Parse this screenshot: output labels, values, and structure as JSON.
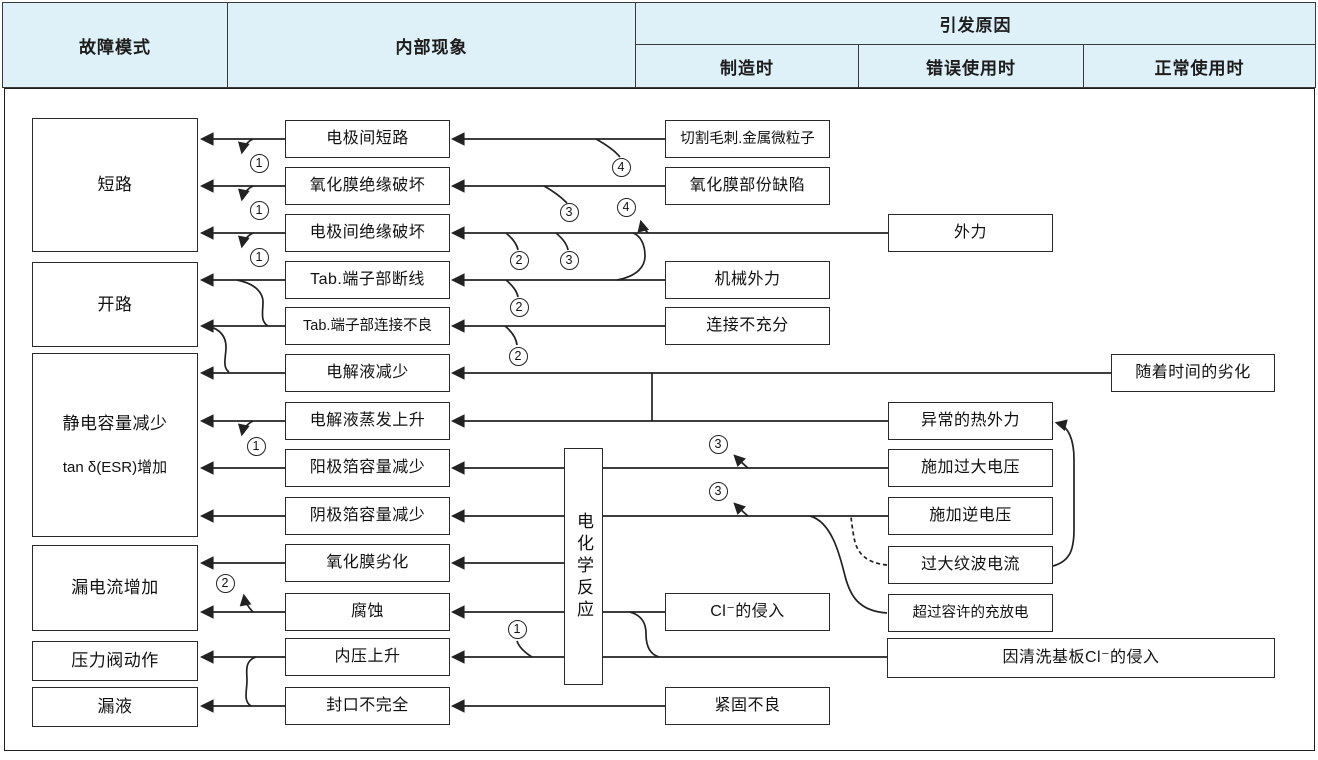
{
  "header": {
    "fault_mode": "故障模式",
    "internal_phenomenon": "内部现象",
    "causes": "引发原因",
    "manufacturing": "制造时",
    "misuse": "错误使用时",
    "normal_use": "正常使用时"
  },
  "fault_modes": {
    "short_circuit": "短路",
    "open_circuit": "开路",
    "capacitance_decrease": "静电容量减少",
    "esr_increase": "tan δ(ESR)增加",
    "leakage_current_increase": "漏电流增加",
    "pressure_valve_operation": "压力阀动作",
    "liquid_leakage": "漏液"
  },
  "phenomena": {
    "electrode_short": "电极间短路",
    "oxide_film_insulation_breakdown": "氧化膜绝缘破坏",
    "electrode_insulation_breakdown": "电极间绝缘破坏",
    "tab_terminal_disconnection": "Tab.端子部断线",
    "tab_terminal_poor_connection": "Tab.端子部连接不良",
    "electrolyte_decrease": "电解液减少",
    "electrolyte_evaporation_rise": "电解液蒸发上升",
    "anode_foil_capacity_decrease": "阳极箔容量减少",
    "cathode_foil_capacity_decrease": "阴极箔容量减少",
    "oxide_film_degradation": "氧化膜劣化",
    "corrosion": "腐蚀",
    "internal_pressure_rise": "内压上升",
    "incomplete_sealing": "封口不完全"
  },
  "reaction_box": "电化学反应",
  "causes": {
    "manufacturing": {
      "cutting_burr_metal_particles": "切割毛刺.金属微粒子",
      "oxide_film_partial_defect": "氧化膜部份缺陷",
      "mechanical_force": "机械外力",
      "insufficient_connection": "连接不充分",
      "cl_intrusion": "Cl⁻的侵入",
      "poor_fastening": "紧固不良"
    },
    "misuse": {
      "external_force": "外力",
      "abnormal_thermal_force": "异常的热外力",
      "excessive_voltage": "施加过大电压",
      "reverse_voltage": "施加逆电压",
      "excessive_ripple_current": "过大纹波电流",
      "exceeding_charge_discharge": "超过容许的充放电"
    },
    "normal": {
      "degradation_over_time": "随着时间的劣化",
      "cl_intrusion_board_cleaning": "因清洗基板Cl⁻的侵入"
    }
  },
  "connectors": {
    "n1": "1",
    "n2": "2",
    "n3": "3",
    "n4": "4"
  },
  "colors": {
    "header_bg": "#def0f8",
    "line": "#222222"
  }
}
